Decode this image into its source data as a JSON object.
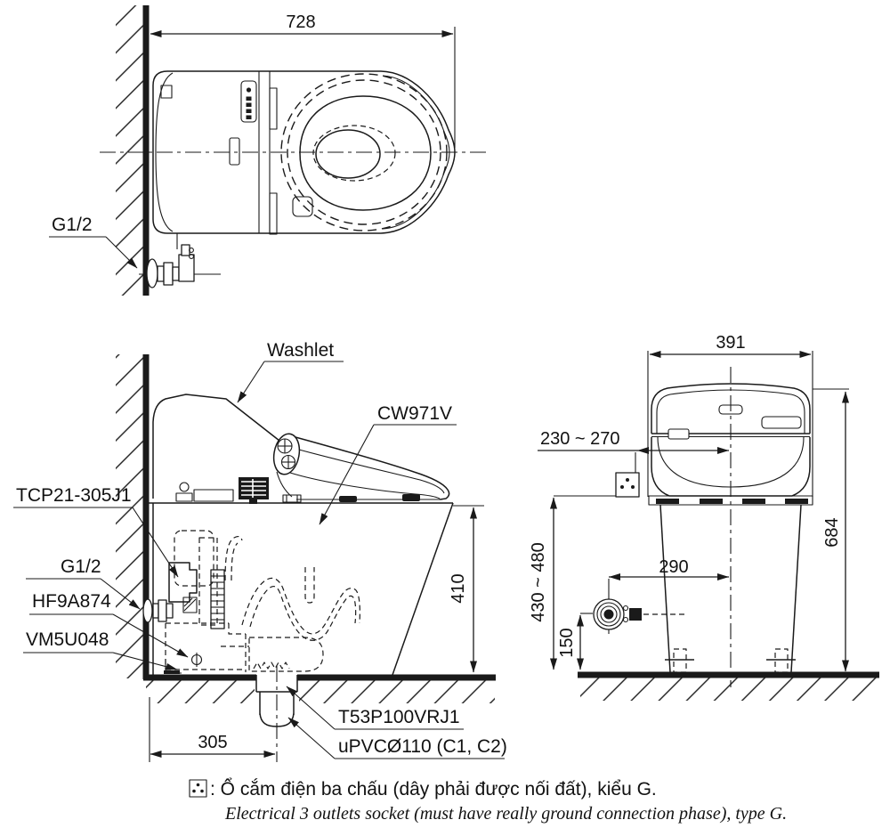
{
  "plan_view": {
    "dim_width": "728",
    "label_supply": "G1/2"
  },
  "side_view": {
    "label_washlet": "Washlet",
    "label_model": "CW971V",
    "label_tank_unit": "TCP21-305J1",
    "label_supply": "G1/2",
    "label_hose": "HF9A874",
    "label_stop_valve": "VM5U048",
    "label_flange": "T53P100VRJ1",
    "label_drain_pipe": "uPVCØ110 (C1, C2)",
    "dim_height": "410",
    "dim_rough_in": "305"
  },
  "front_view": {
    "dim_width": "391",
    "dim_outlet_offset": "230 ~ 270",
    "dim_outlet_height": "430 ~ 480",
    "dim_supply_offset": "290",
    "dim_supply_height": "150",
    "dim_total_height": "684"
  },
  "caption": {
    "vietnamese": ": Ổ cắm điện ba chấu (dây phải được nối đất), kiểu G.",
    "english": "Electrical 3 outlets socket (must have really ground connection phase), type G."
  },
  "colors": {
    "line": "#1a1a1a"
  }
}
